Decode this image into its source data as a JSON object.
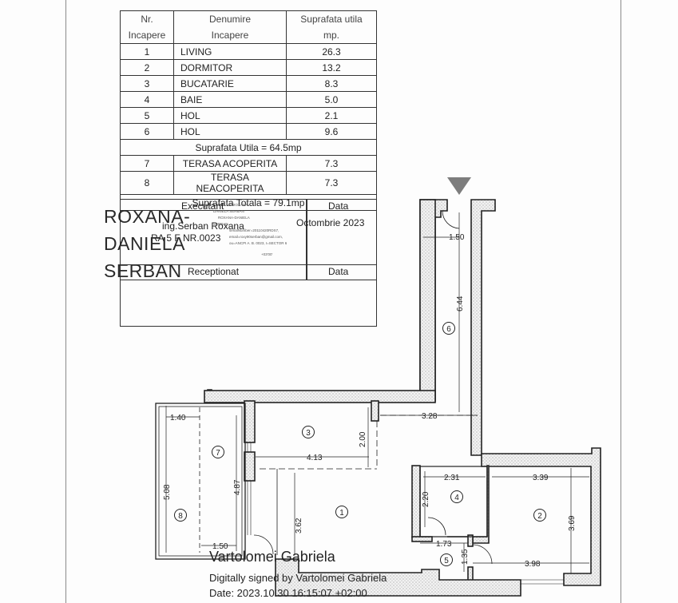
{
  "room_table": {
    "headers": {
      "nr": [
        "Nr.",
        "Incapere"
      ],
      "name": [
        "Denumire",
        "Incapere"
      ],
      "area": [
        "Suprafata utila",
        "mp."
      ]
    },
    "rooms": [
      {
        "nr": "1",
        "name": "LIVING",
        "area": "26.3"
      },
      {
        "nr": "2",
        "name": "DORMITOR",
        "area": "13.2"
      },
      {
        "nr": "3",
        "name": "BUCATARIE",
        "area": "8.3"
      },
      {
        "nr": "4",
        "name": "BAIE",
        "area": "5.0"
      },
      {
        "nr": "5",
        "name": "HOL",
        "area": "2.1"
      },
      {
        "nr": "6",
        "name": "HOL",
        "area": "9.6"
      }
    ],
    "useful_total": "Suprafata Utila = 64.5mp",
    "terraces": [
      {
        "nr": "7",
        "name": "TERASA ACOPERITA",
        "area": "7.3"
      },
      {
        "nr": "8",
        "name": "TERASA NEACOPERITA",
        "area": "7.3"
      }
    ],
    "grand_total": "Suprafata Totala = 79.1mp"
  },
  "signature_block": {
    "executant_label": "Executant",
    "executant_date_label": "Data",
    "executant_name": "ing.Serban Roxana",
    "executant_auth": "RA 5 F NR.0023",
    "executant_date": "Octombrie 2023",
    "receptionat_label": "Receptionat",
    "receptionat_date_label": "Data",
    "stamp_lines": [
      "de ROXANA-",
      "DANIELA SERBAN",
      "ROXANA-DANIELA",
      "SERBAN,",
      "serialNumber=20110420RDS7,",
      "email=roxy90serban@gmail.com,",
      "ou=ANCPI A. B. 0023, I=SECTOR 6",
      "+03'00'"
    ],
    "signer_big": [
      "ROXANA-",
      "DANIELA",
      "SERBAN"
    ]
  },
  "floor_plan": {
    "rooms": [
      "1",
      "2",
      "3",
      "4",
      "5",
      "6",
      "7",
      "8"
    ],
    "dimensions": {
      "entry_width": "1.50",
      "hall_length": "6.44",
      "hall_width": "3.28",
      "terrace_open_width": "1.40",
      "terrace_length": "5.08",
      "terrace_covered_length": "4.87",
      "terrace_covered_width": "1.50",
      "kitchen_width": "4.13",
      "kitchen_depth": "2.00",
      "living_depth": "3.62",
      "bath_width": "2.31",
      "bath_depth": "2.20",
      "bedroom_width_top": "3.39",
      "bedroom_depth": "3.69",
      "bedroom_width_bottom": "3.98",
      "hall5_width": "1.73",
      "hall5_depth": "1.35"
    }
  },
  "digital_signature": {
    "name": "Vartolomei Gabriela",
    "signed_by": "Digitally signed by Vartolomei Gabriela",
    "date": "Date: 2023.10.30 16:15:07 +02:00"
  },
  "colors": {
    "wall_fill": "#e6e6e6",
    "line": "#222222",
    "frame": "#8a8a8a"
  }
}
